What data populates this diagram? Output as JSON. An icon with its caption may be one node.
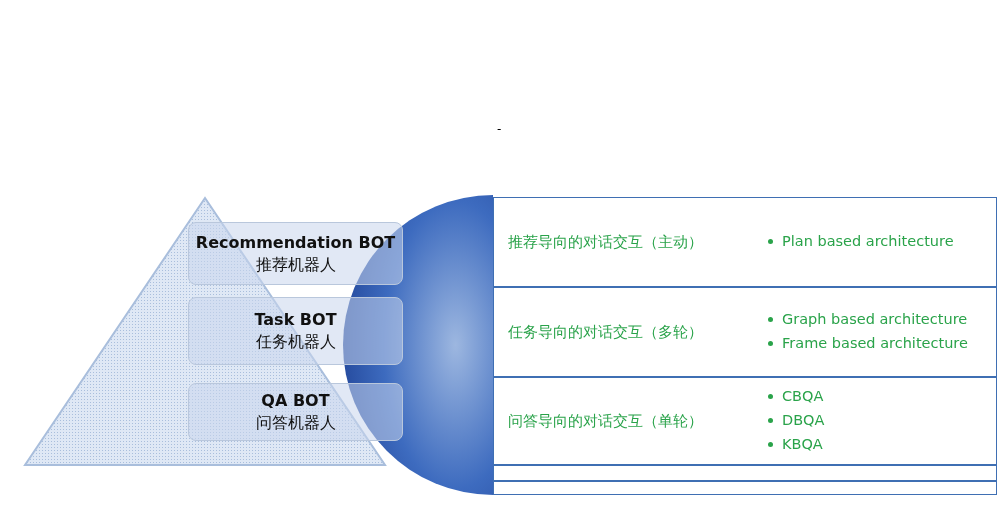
{
  "diagram": {
    "nodes": [
      {
        "text": [
          "Recommendation BOT",
          "推荐机器人"
        ]
      },
      {
        "text": [
          "Task BOT",
          "任务机器人"
        ]
      },
      {
        "text": [
          "QA BOT",
          "问答机器人"
        ]
      },
      {
        "text": [
          "推荐导向的对话交互（主动）",
          "Plan based architecture"
        ]
      },
      {
        "text": [
          "任务导向的对话交互（多轮）",
          "Graph based architecture",
          "Frame based architecture"
        ]
      },
      {
        "text": [
          "问答导向的对话交互（单轮）",
          "CBQA",
          "DBQA",
          "KBQA"
        ]
      },
      {
        "text": [],
        "shape": "box"
      },
      {
        "text": [],
        "shape": "box"
      }
    ],
    "edges": [],
    "labels": [
      "-"
    ]
  }
}
